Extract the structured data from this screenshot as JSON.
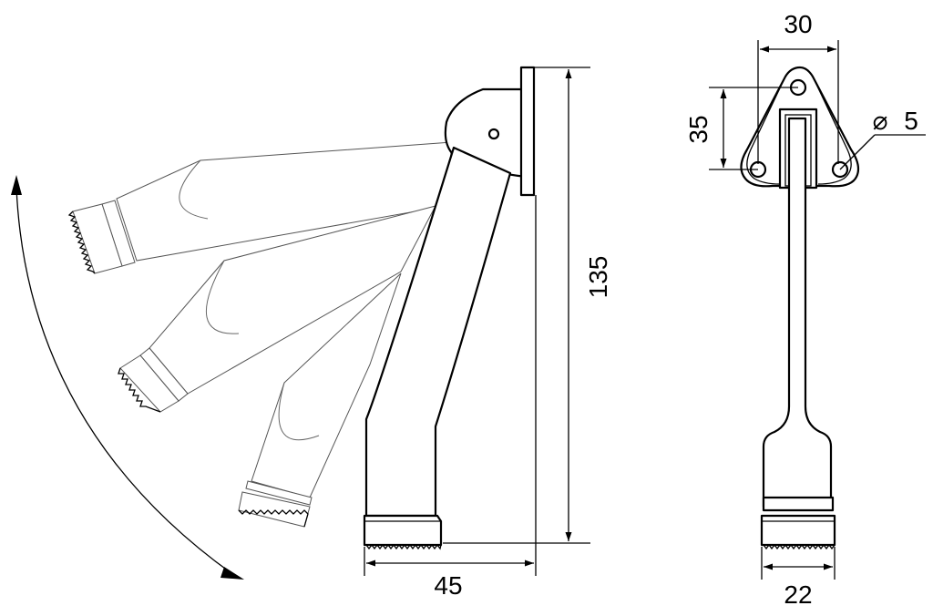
{
  "dimensions": {
    "side_width": "45",
    "side_height": "135",
    "front_top_width": "30",
    "front_hole_spacing": "35",
    "hole_diameter": "5",
    "foot_width": "22"
  },
  "symbols": {
    "diameter": "⌀"
  }
}
